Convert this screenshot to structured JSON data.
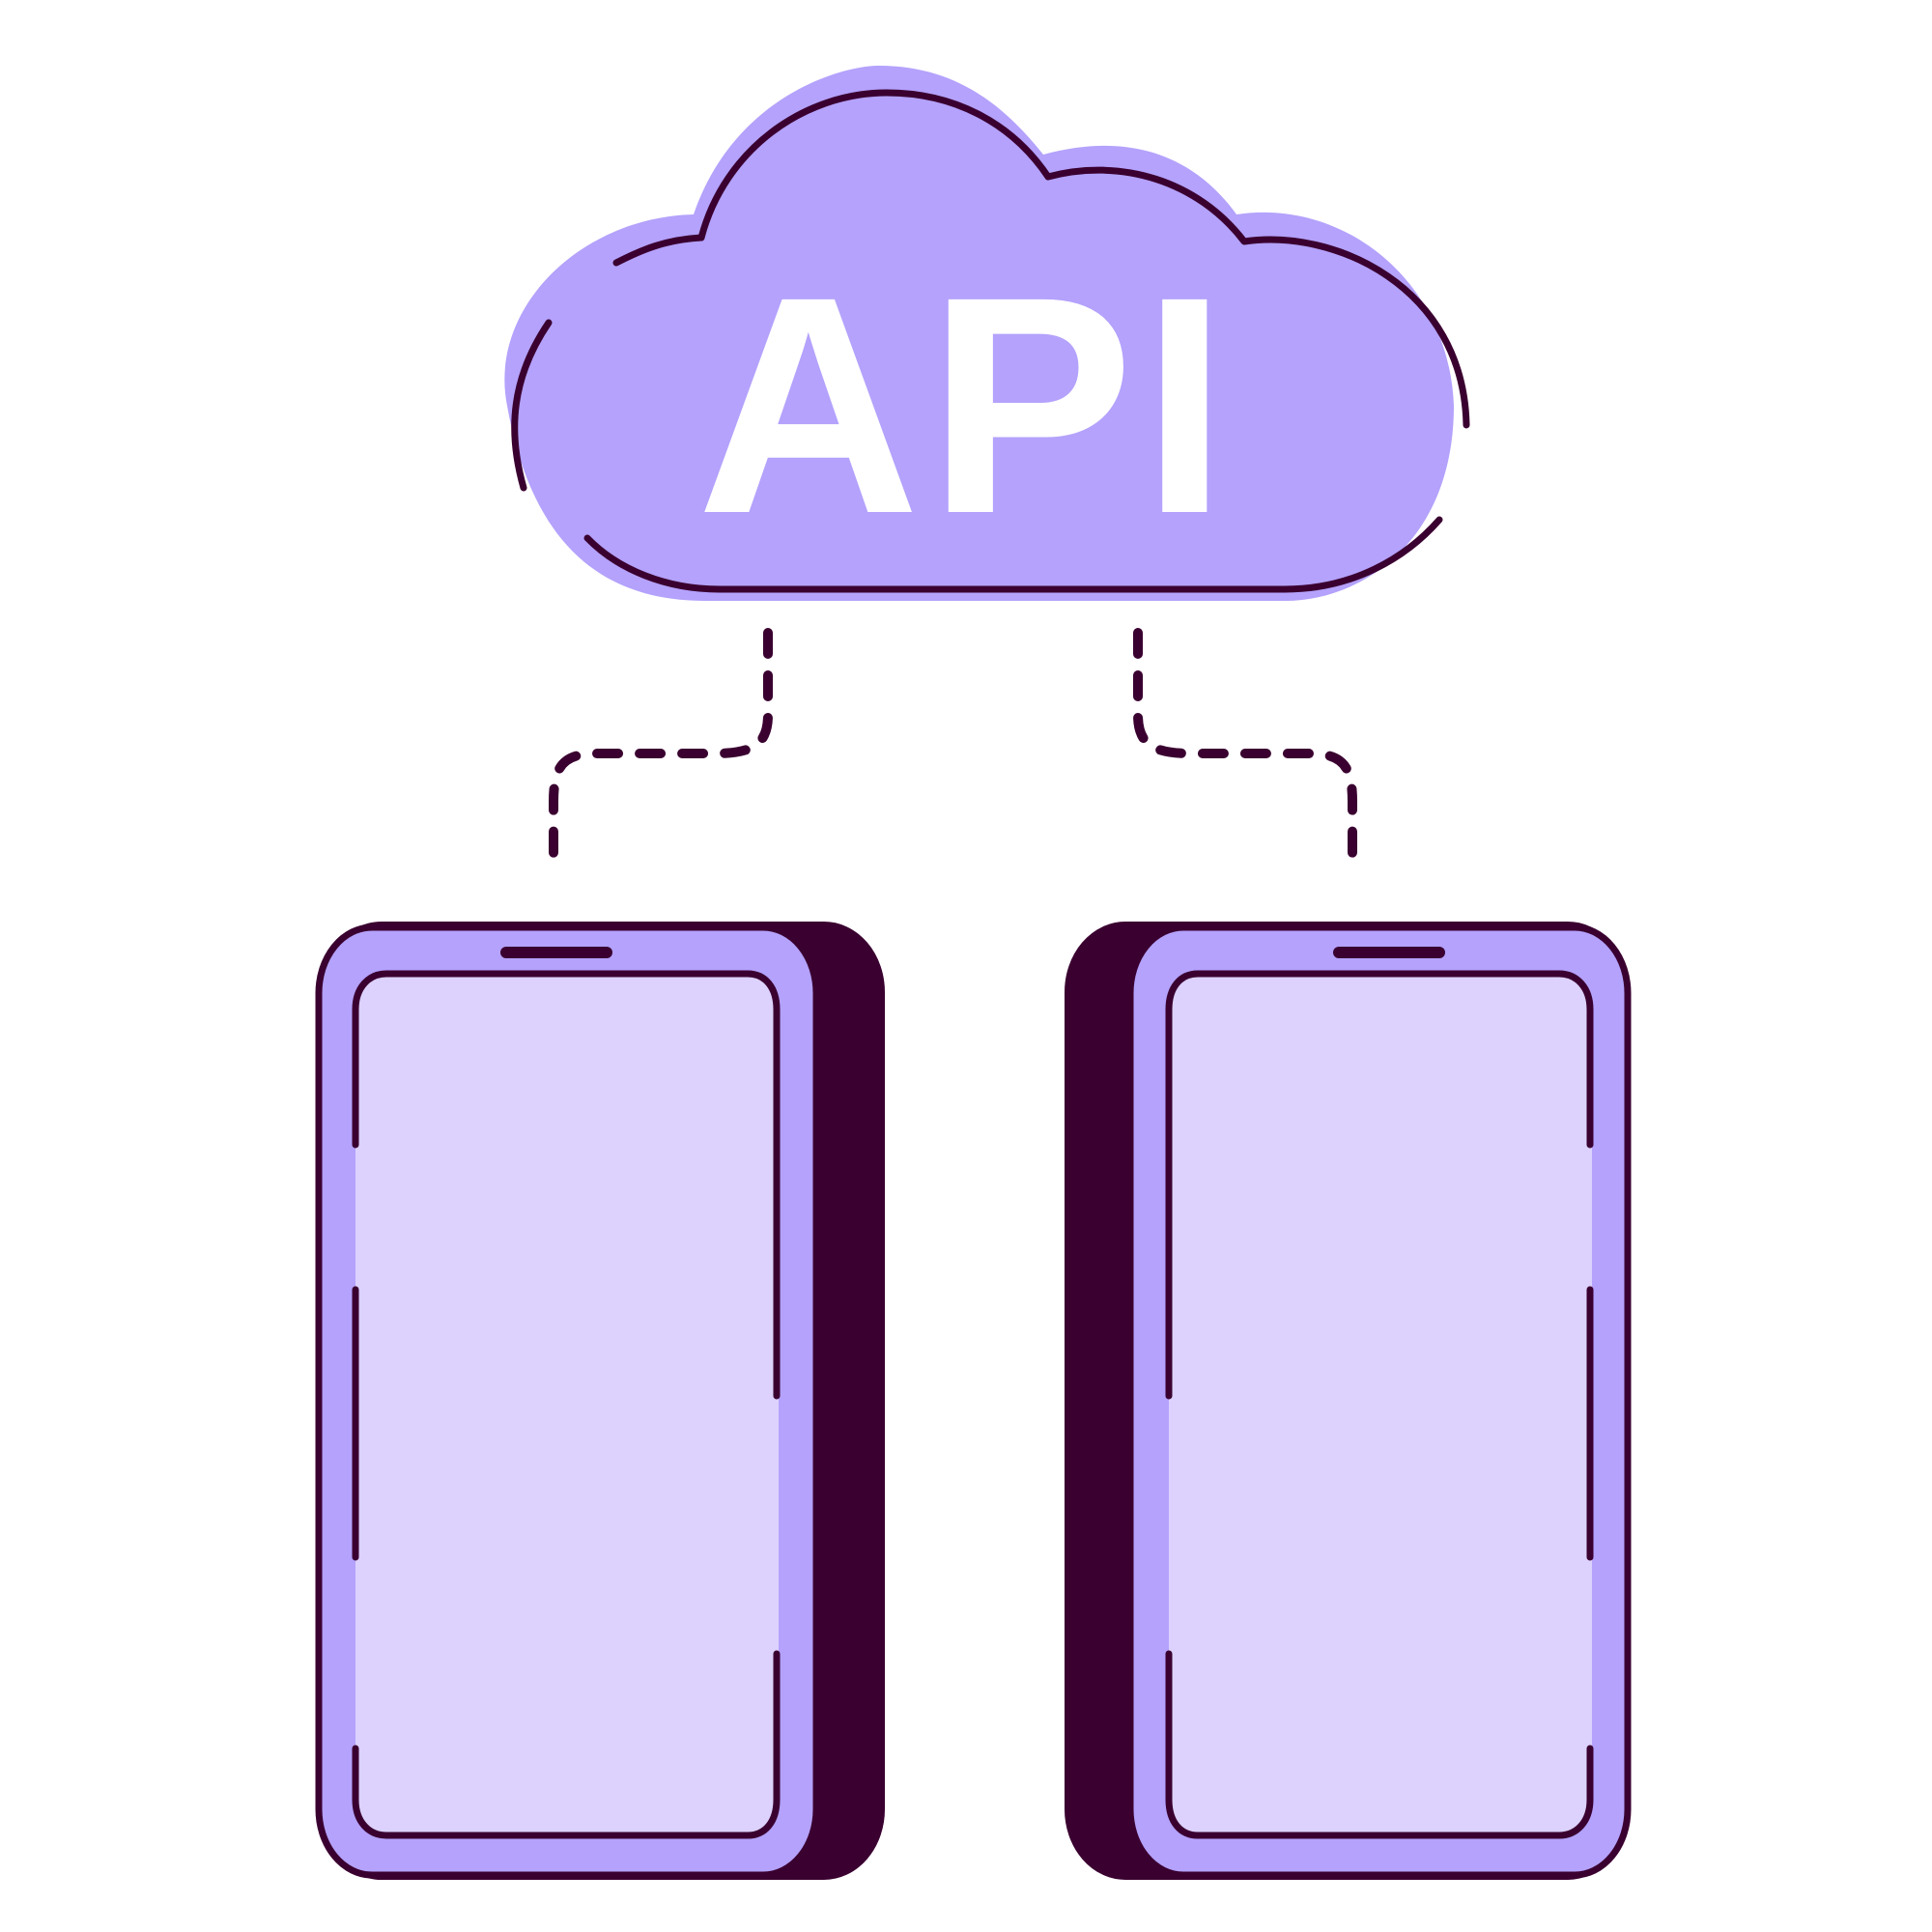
{
  "cloud": {
    "label": "API"
  },
  "colors": {
    "background": "#ffffff",
    "cloud_fill": "#b4a2fc",
    "outline": "#3a0030",
    "phone_body": "#b4a2fc",
    "phone_screen": "#dcd2fd",
    "phone_shadow": "#3a0030",
    "label_text": "#ffffff"
  },
  "icons": {
    "cloud": "cloud-icon",
    "device": "smartphone-icon",
    "connector": "dashed-connector-line"
  },
  "devices": [
    {
      "name": "left-phone"
    },
    {
      "name": "right-phone"
    }
  ]
}
